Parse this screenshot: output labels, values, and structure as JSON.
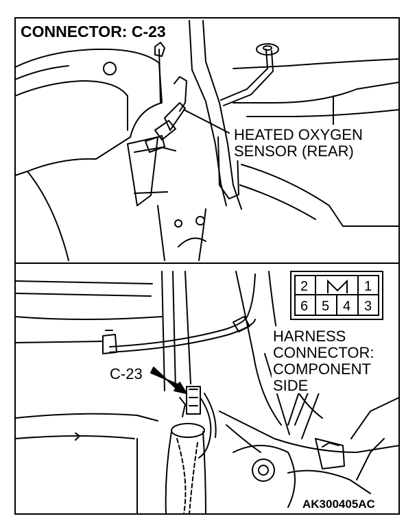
{
  "title": "CONNECTOR: C-23",
  "callouts": {
    "sensor_line1": "HEATED OXYGEN",
    "sensor_line2": "SENSOR (REAR)",
    "connector_id": "C-23",
    "harness_line1": "HARNESS",
    "harness_line2": "CONNECTOR:",
    "harness_line3": "COMPONENT",
    "harness_line4": "SIDE"
  },
  "pin_diagram": {
    "top_row": [
      "2",
      "",
      "1"
    ],
    "bottom_row": [
      "6",
      "5",
      "4",
      "3"
    ]
  },
  "figure_code": "AK300405AC",
  "colors": {
    "ink": "#000000",
    "paper": "#ffffff"
  }
}
